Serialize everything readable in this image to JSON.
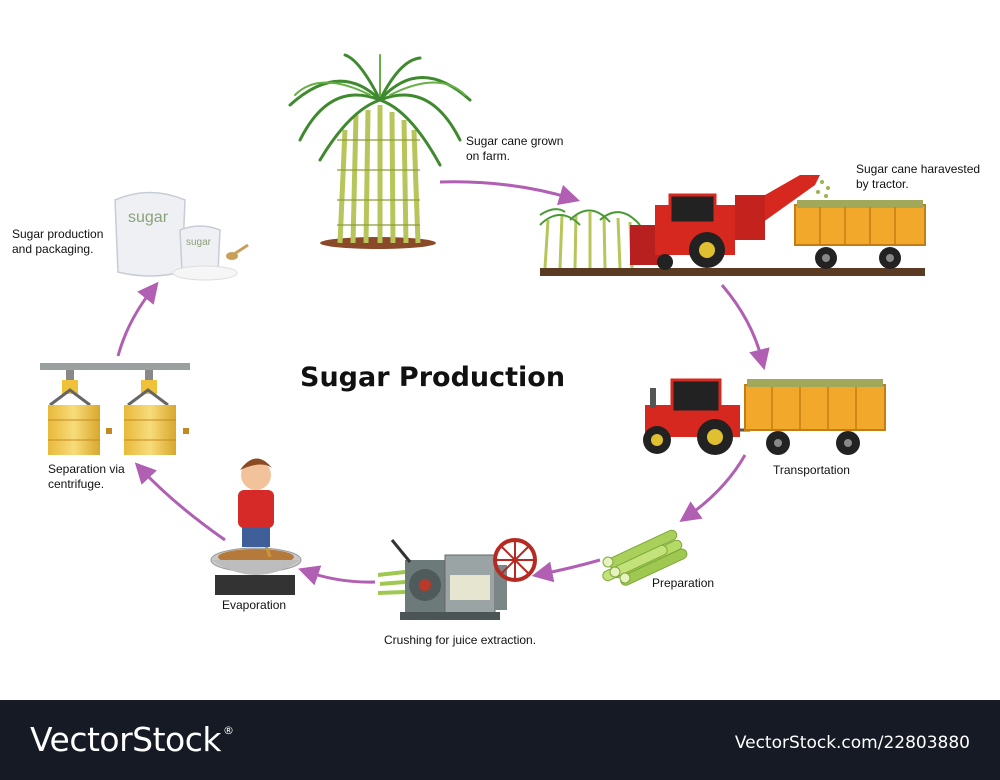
{
  "diagram": {
    "title": "Sugar Production",
    "steps": [
      {
        "id": "farm",
        "label_lines": [
          "Sugar cane grown",
          "on farm."
        ]
      },
      {
        "id": "harvest",
        "label_lines": [
          "Sugar cane haravested",
          "by tractor."
        ]
      },
      {
        "id": "transport",
        "label_lines": [
          "Transportation"
        ]
      },
      {
        "id": "prep",
        "label_lines": [
          "Preparation"
        ]
      },
      {
        "id": "crush",
        "label_lines": [
          "Crushing for juice extraction."
        ]
      },
      {
        "id": "evap",
        "label_lines": [
          "Evaporation"
        ]
      },
      {
        "id": "centrifuge",
        "label_lines": [
          "Separation via",
          "centrifuge."
        ]
      },
      {
        "id": "packaging",
        "label_lines": [
          "Sugar production",
          "and packaging."
        ]
      }
    ],
    "bag_text_large": "sugar",
    "bag_text_small": "sugar",
    "arrow_color": "#b05fb3"
  },
  "footer": {
    "brand": "VectorStock",
    "brand_mark": "®",
    "image_id": "VectorStock.com/22803880"
  }
}
